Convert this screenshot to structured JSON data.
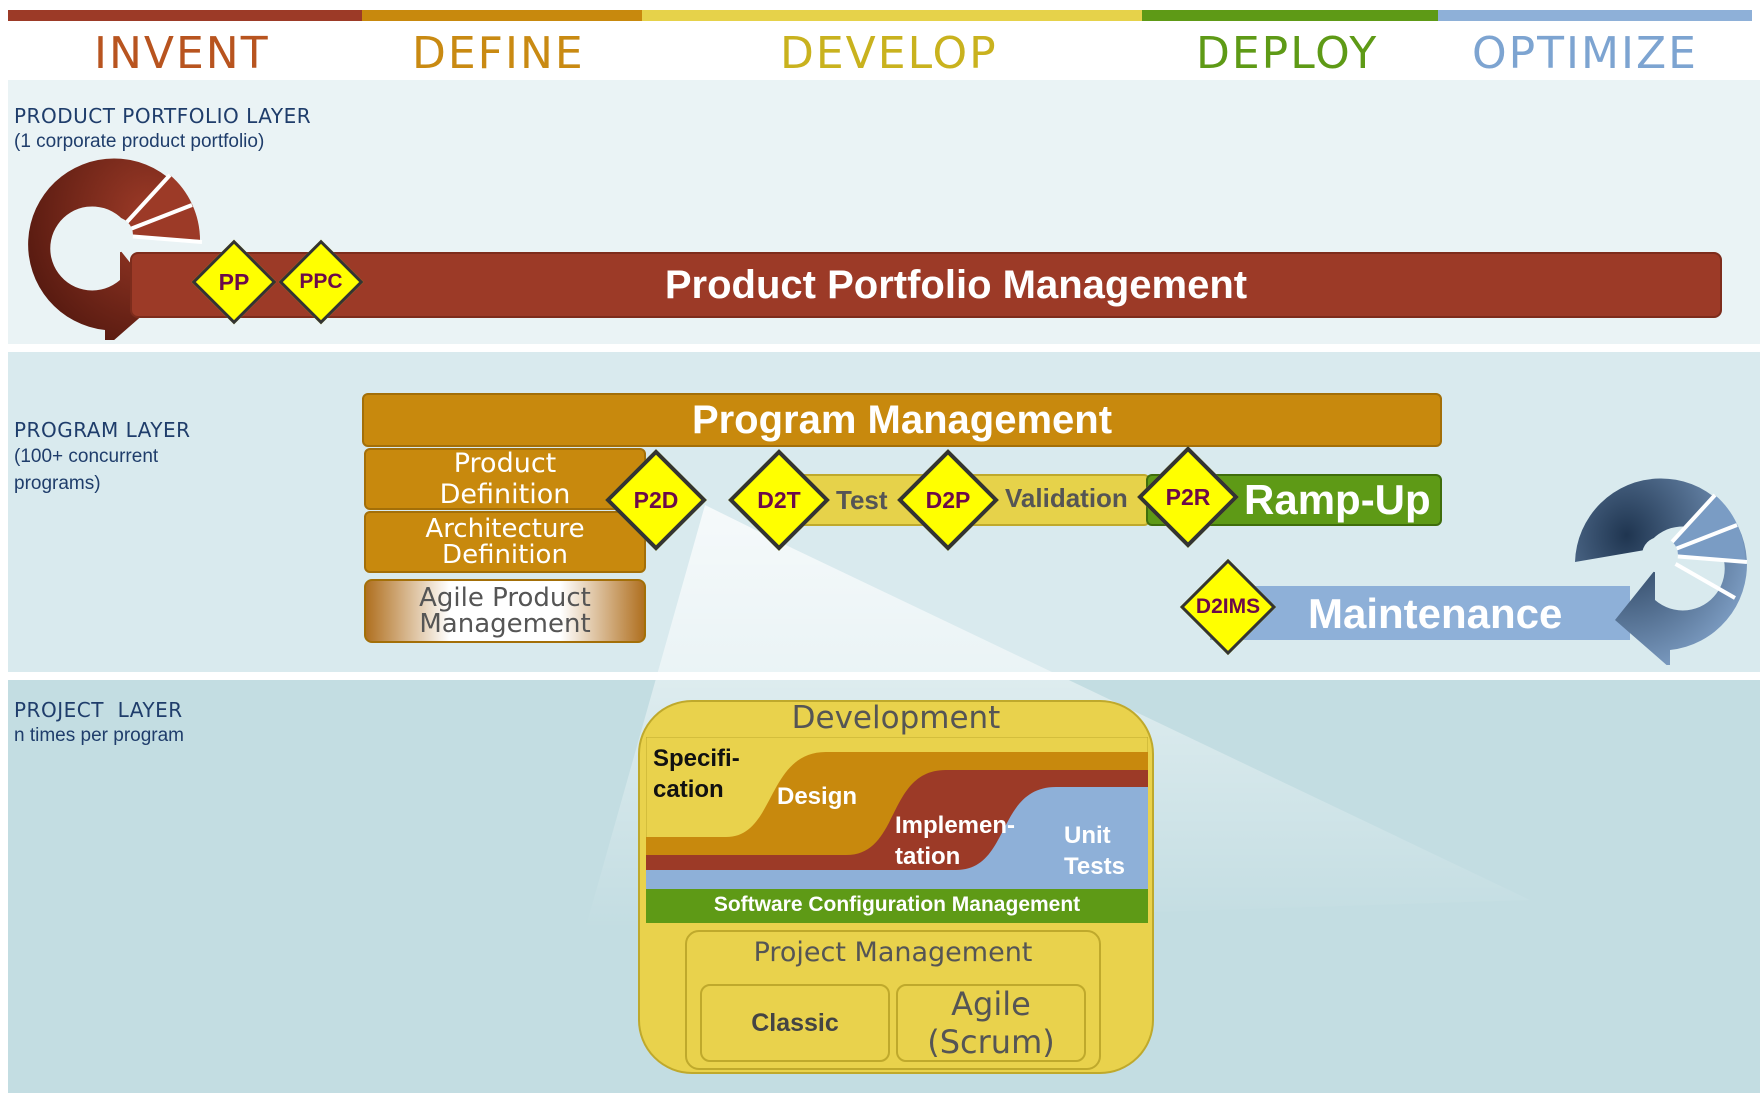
{
  "phases": [
    {
      "label": "INVENT",
      "color": "#b8541f",
      "bar": "#9c3a27"
    },
    {
      "label": "DEFINE",
      "color": "#c98a12",
      "bar": "#c8890d"
    },
    {
      "label": "DEVELOP",
      "color": "#c9b21e",
      "bar": "#e6d24a"
    },
    {
      "label": "DEPLOY",
      "color": "#5e9a16",
      "bar": "#5e9a16"
    },
    {
      "label": "OPTIMIZE",
      "color": "#7da4d1",
      "bar": "#8eb0d8"
    }
  ],
  "layers": {
    "portfolio": {
      "title": "PRODUCT PORTFOLIO LAYER",
      "subtitle": "(1 corporate product portfolio)"
    },
    "program": {
      "title": "PROGRAM LAYER",
      "subtitle": "(100+ concurrent programs)"
    },
    "project": {
      "title": "PROJECT  LAYER",
      "subtitle": "n times per program"
    }
  },
  "portfolio": {
    "bar_label": "Product Portfolio Management",
    "gates": [
      "PP",
      "PPC"
    ]
  },
  "program": {
    "bar_label": "Program Management",
    "product_definition": "Product Definition",
    "architecture_definition": "Architecture Definition",
    "agile_product_management": "Agile Product Management",
    "test": "Test",
    "validation": "Validation",
    "ramp_up": "Ramp-Up",
    "maintenance": "Maintenance",
    "gates": {
      "p2d": "P2D",
      "d2t": "D2T",
      "d2p": "D2P",
      "p2r": "P2R",
      "d2ims": "D2IMS"
    }
  },
  "project": {
    "development": "Development",
    "specification": "Specifi- cation",
    "design": "Design",
    "implementation": "Implemen- tation",
    "unit_tests": "Unit Tests",
    "scm": "Software Configuration Management",
    "project_management": "Project Management",
    "classic": "Classic",
    "agile": "Agile (Scrum)"
  },
  "colors": {
    "portfolio_red": "#9c3a27",
    "program_orange": "#c8890d",
    "develop_yellow": "#e6d24a",
    "deploy_green": "#5e9a16",
    "optimize_blue": "#8eb0d8",
    "gate_yellow": "#ffff00"
  }
}
